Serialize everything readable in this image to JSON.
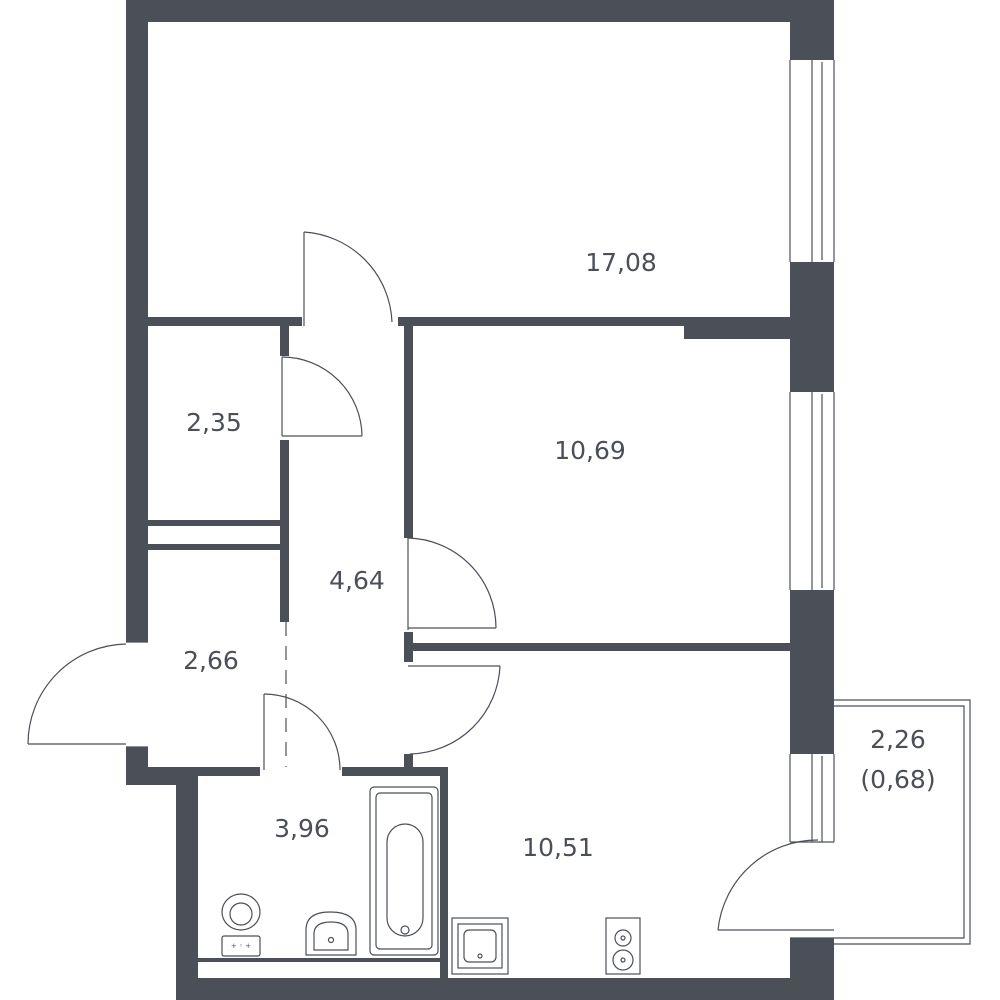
{
  "rooms": [
    {
      "id": "living",
      "area": "17,08"
    },
    {
      "id": "storage",
      "area": "2,35"
    },
    {
      "id": "bedroom",
      "area": "10,69"
    },
    {
      "id": "corridor",
      "area": "4,64"
    },
    {
      "id": "hall",
      "area": "2,66"
    },
    {
      "id": "bathroom",
      "area": "3,96"
    },
    {
      "id": "kitchen",
      "area": "10,51"
    },
    {
      "id": "balcony",
      "area": "2,26",
      "reduced_area": "(0,68)"
    }
  ]
}
